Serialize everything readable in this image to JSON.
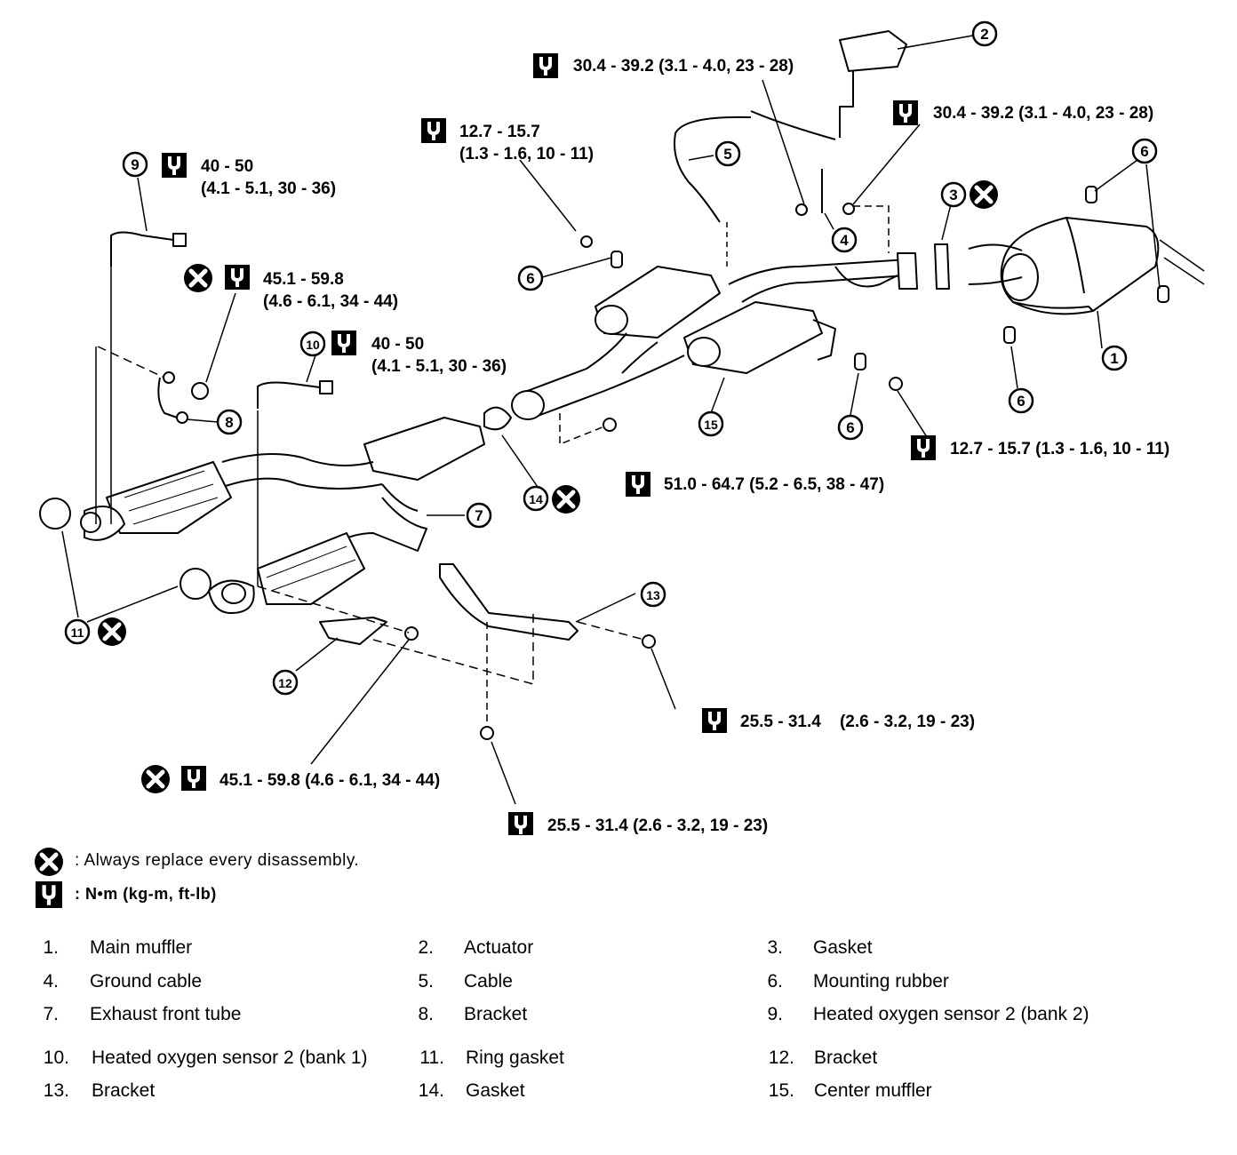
{
  "torque_specs": [
    {
      "id": "t1",
      "text": "30.4 - 39.2 (3.1 - 4.0, 23 - 28)"
    },
    {
      "id": "t2",
      "text": "30.4 - 39.2 (3.1 - 4.0, 23 - 28)"
    },
    {
      "id": "t3",
      "line1": "12.7 - 15.7",
      "line2": "(1.3 - 1.6, 10 - 11)"
    },
    {
      "id": "t4",
      "line1": "40 - 50",
      "line2": "(4.1 - 5.1, 30 - 36)"
    },
    {
      "id": "t5",
      "line1": "45.1 - 59.8",
      "line2": "(4.6 - 6.1, 34 - 44)"
    },
    {
      "id": "t6",
      "line1": "40 - 50",
      "line2": "(4.1 - 5.1, 30 - 36)"
    },
    {
      "id": "t7",
      "text": "12.7 - 15.7 (1.3 - 1.6, 10 - 11)"
    },
    {
      "id": "t8",
      "text": "51.0 - 64.7 (5.2 - 6.5, 38 - 47)"
    },
    {
      "id": "t9",
      "text": "25.5 - 31.4    (2.6 - 3.2, 19 - 23)"
    },
    {
      "id": "t10",
      "text": "45.1 - 59.8 (4.6 - 6.1, 34 - 44)"
    },
    {
      "id": "t11",
      "text": "25.5 - 31.4 (2.6 - 3.2, 19 - 23)"
    }
  ],
  "callouts": [
    "1",
    "2",
    "3",
    "4",
    "5",
    "6",
    "6",
    "6",
    "6",
    "7",
    "8",
    "9",
    "10",
    "11",
    "12",
    "13",
    "14",
    "15"
  ],
  "legend": {
    "replace": ": Always replace every disassembly.",
    "torque_unit": ":  N•m  (kg-m,  ft-lb)"
  },
  "parts": [
    {
      "num": "1.",
      "label": "Main muffler"
    },
    {
      "num": "2.",
      "label": "Actuator"
    },
    {
      "num": "3.",
      "label": "Gasket"
    },
    {
      "num": "4.",
      "label": "Ground cable"
    },
    {
      "num": "5.",
      "label": "Cable"
    },
    {
      "num": "6.",
      "label": "Mounting rubber"
    },
    {
      "num": "7.",
      "label": "Exhaust front tube"
    },
    {
      "num": "8.",
      "label": "Bracket"
    },
    {
      "num": "9.",
      "label": "Heated oxygen sensor 2 (bank 2)"
    },
    {
      "num": "10.",
      "label": "Heated oxygen sensor 2 (bank 1)"
    },
    {
      "num": "11.",
      "label": "Ring gasket"
    },
    {
      "num": "12.",
      "label": "Bracket"
    },
    {
      "num": "13.",
      "label": "Bracket"
    },
    {
      "num": "14.",
      "label": "Gasket"
    },
    {
      "num": "15.",
      "label": "Center muffler"
    }
  ]
}
